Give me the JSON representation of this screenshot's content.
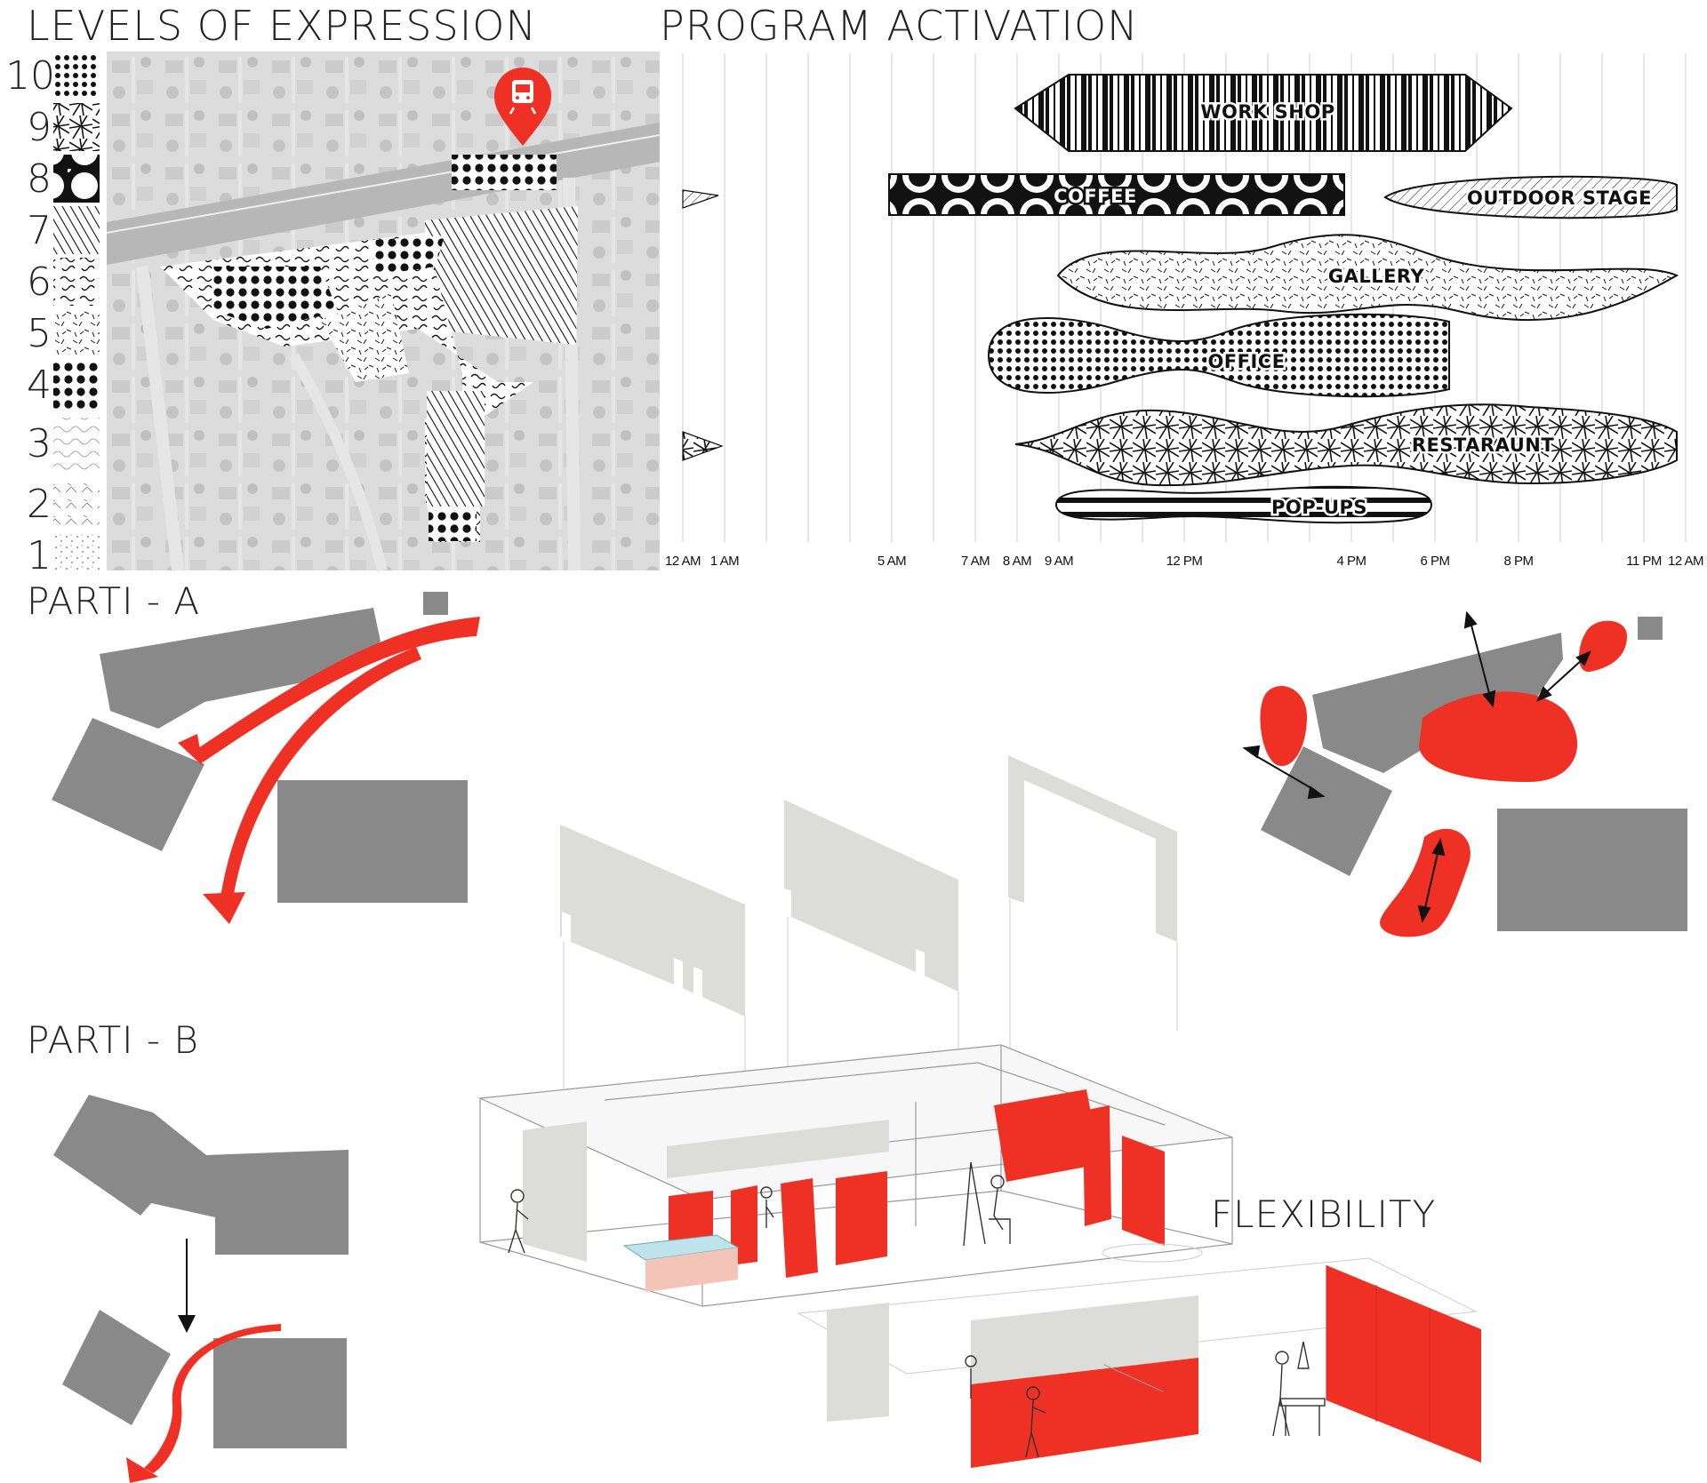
{
  "titles": {
    "levels": "LEVELS OF EXPRESSION",
    "program": "PROGRAM ACTIVATION",
    "parti_a": "PARTI - A",
    "parti_b": "PARTI - B",
    "flexibility": "FLEXIBILITY"
  },
  "levels": [
    "10",
    "9",
    "8",
    "7",
    "6",
    "5",
    "4",
    "3",
    "2",
    "1"
  ],
  "program": {
    "time_labels": [
      "12 AM",
      "1 AM",
      "5 AM",
      "7 AM",
      "8 AM",
      "9 AM",
      "12 PM",
      "4 PM",
      "6 PM",
      "8 PM",
      "11 PM",
      "12 AM"
    ],
    "bars": [
      "WORK SHOP",
      "COFFEE",
      "OUTDOOR STAGE",
      "GALLERY",
      "OFFICE",
      "RESTARAUNT",
      "POP-UPS"
    ]
  },
  "colors": {
    "accent_red": "#ee3124",
    "block_gray": "#898989",
    "panel_gray": "#dcdcd8",
    "ink": "#111111"
  },
  "icons": [
    "map-pin-train-icon",
    "double-arrow-icon"
  ]
}
